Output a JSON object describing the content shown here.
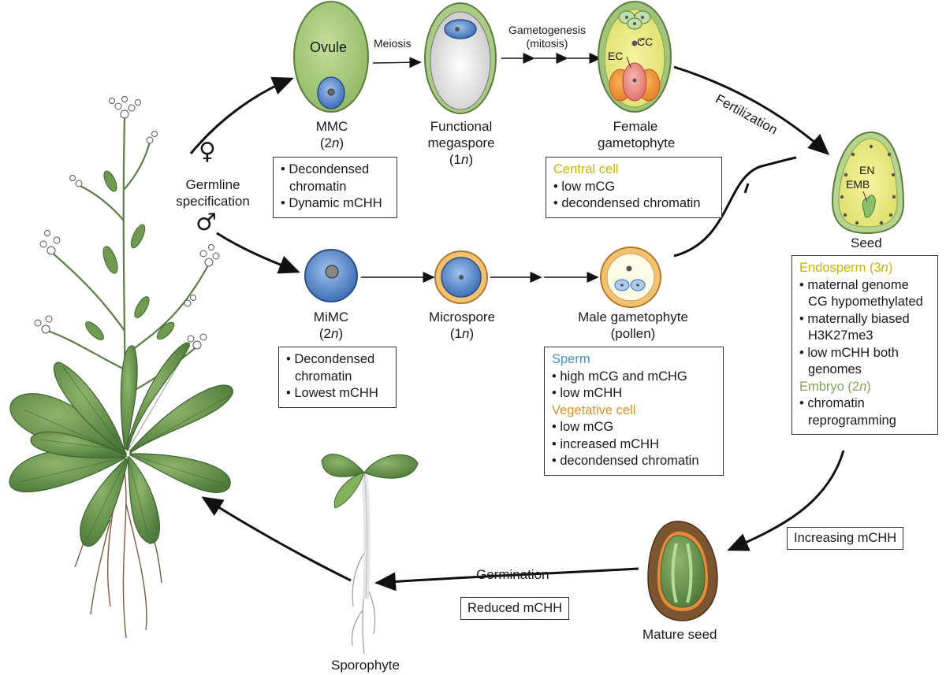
{
  "stages": {
    "ovule": "Ovule",
    "mmc": "MMC",
    "mmc_ploidy": "(2n)",
    "meiosis": "Meiosis",
    "functional_megaspore": "Functional megaspore",
    "megaspore_ploidy": "(1n)",
    "gametogenesis": "Gametogenesis",
    "mitosis": "(mitosis)",
    "female_gametophyte": "Female gametophyte",
    "ec": "EC",
    "cc": "CC",
    "fertilization": "Fertilization",
    "seed": "Seed",
    "en": "EN",
    "emb": "EMB",
    "germline_specification": "Germline specification",
    "mimc": "MiMC",
    "mimc_ploidy": "(2n)",
    "microspore": "Microspore",
    "microspore_ploidy": "(1n)",
    "male_gametophyte": "Male gametophyte",
    "pollen": "(pollen)",
    "mature_seed": "Mature seed",
    "germination": "Germination",
    "sporophyte": "Sporophyte"
  },
  "boxes": {
    "mmc": [
      "Decondensed chromatin",
      "Dynamic mCHH"
    ],
    "mimc": [
      "Decondensed chromatin",
      "Lowest mCHH"
    ],
    "central_cell": {
      "heading": "Central cell",
      "items": [
        "low mCG",
        "decondensed chromatin"
      ]
    },
    "sperm": {
      "heading": "Sperm",
      "items": [
        "high mCG and mCHG",
        "low mCHH"
      ]
    },
    "vegetative_cell": {
      "heading": "Vegetative cell",
      "items": [
        "low mCG",
        "increased mCHH",
        "decondensed chromatin"
      ]
    },
    "endosperm": {
      "heading": "Endosperm (3n)",
      "items": [
        "maternal genome CG hypomethylated",
        "maternally biased H3K27me3",
        "low mCHH both genomes"
      ]
    },
    "embryo": {
      "heading": "Embryo (2n)",
      "items": [
        "chromatin reprogramming"
      ]
    }
  },
  "tags": {
    "increasing": "Increasing mCHH",
    "reduced": "Reduced mCHH"
  },
  "colors": {
    "central_cell": "#c9b400",
    "sperm": "#4d93c8",
    "vegetative_cell": "#d49424",
    "embryo": "#7fa05a"
  }
}
